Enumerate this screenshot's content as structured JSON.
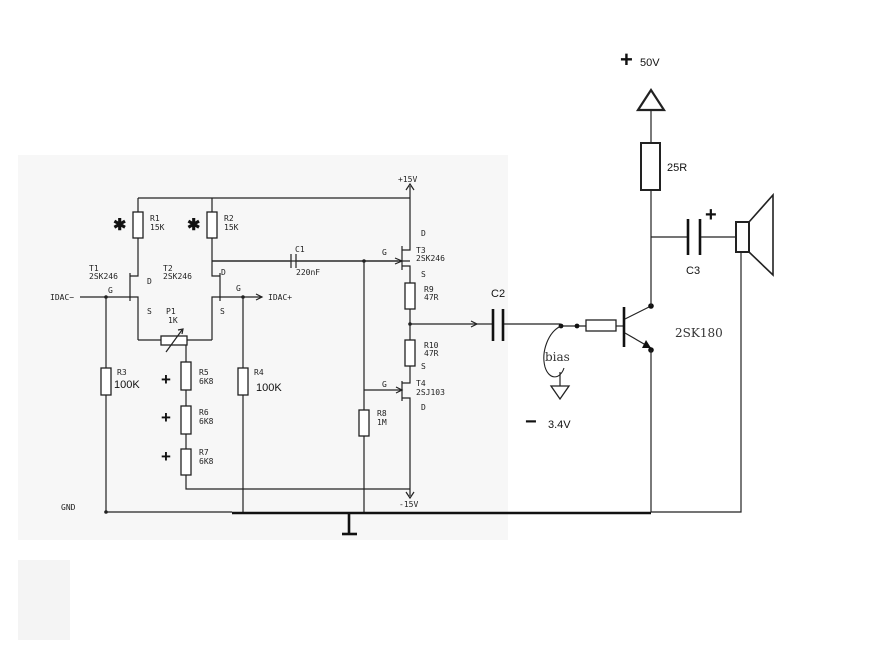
{
  "supply": {
    "pos50": "50V",
    "plus_sign": "+",
    "minus_sign": "−",
    "pos15": "+15V",
    "neg15": "-15V",
    "gnd": "GND",
    "neg_bias": "3.4V"
  },
  "inputs": {
    "neg": "IDAC−",
    "pos": "IDAC+"
  },
  "transistors": {
    "t1": {
      "name": "T1",
      "part": "2SK246"
    },
    "t2": {
      "name": "T2",
      "part": "2SK246"
    },
    "t3": {
      "name": "T3",
      "part": "2SK246"
    },
    "t4": {
      "name": "T4",
      "part": "2SJ103"
    },
    "out": {
      "part": "2SK180"
    }
  },
  "pins": {
    "d": "D",
    "s": "S",
    "g": "G"
  },
  "resistors": {
    "r1": {
      "name": "R1",
      "value": "15K"
    },
    "r2": {
      "name": "R2",
      "value": "15K"
    },
    "r3": {
      "name": "R3",
      "value": "100K"
    },
    "r4": {
      "name": "R4",
      "value": "100K"
    },
    "r5": {
      "name": "R5",
      "value": "6K8"
    },
    "r6": {
      "name": "R6",
      "value": "6K8"
    },
    "r7": {
      "name": "R7",
      "value": "6K8"
    },
    "r8": {
      "name": "R8",
      "value": "1M"
    },
    "r9": {
      "name": "R9",
      "value": "47R"
    },
    "r10": {
      "name": "R10",
      "value": "47R"
    },
    "r25": {
      "value": "25R"
    }
  },
  "pot": {
    "name": "P1",
    "value": "1K"
  },
  "capacitors": {
    "c1": {
      "name": "C1",
      "value": "220nF"
    },
    "c2": {
      "name": "C2"
    },
    "c3": {
      "name": "C3"
    }
  },
  "marks": {
    "star": "✱",
    "plus": "+"
  },
  "bias_label": "bias"
}
